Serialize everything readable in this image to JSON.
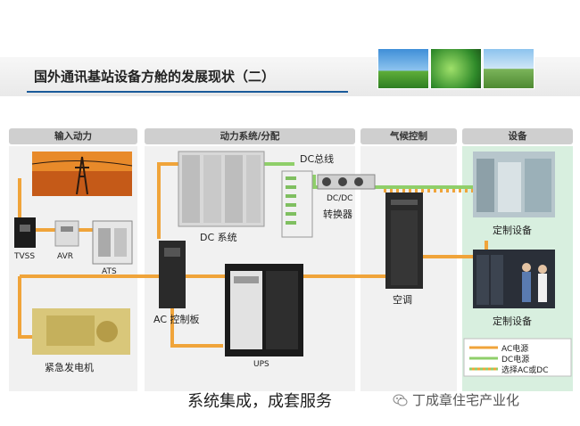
{
  "title": "国外通讯基站设备方舱的发展现状（二）",
  "sections": {
    "input": "输入动力",
    "power": "动力系统/分配",
    "climate": "气候控制",
    "equipment": "设备"
  },
  "labels": {
    "tvss": "TVSS",
    "avr": "AVR",
    "ats": "ATS",
    "generator": "紧急发电机",
    "dc_system": "DC 系统",
    "dc_bus": "DC总线",
    "dcdc_line1": "DC/DC",
    "dcdc_line2": "转换器",
    "ac_panel": "AC 控制板",
    "ups": "UPS",
    "aircon": "空调",
    "custom1": "定制设备",
    "custom2": "定制设备"
  },
  "legend": {
    "ac": "AC电源",
    "dc": "DC电源",
    "either": "选择AC或DC"
  },
  "colors": {
    "ac_line": "#f0a43a",
    "dc_line": "#8fcf6a",
    "green_panel": "#d8efdf"
  },
  "footer": "系统集成，成套服务",
  "watermark": "丁成章住宅产业化"
}
